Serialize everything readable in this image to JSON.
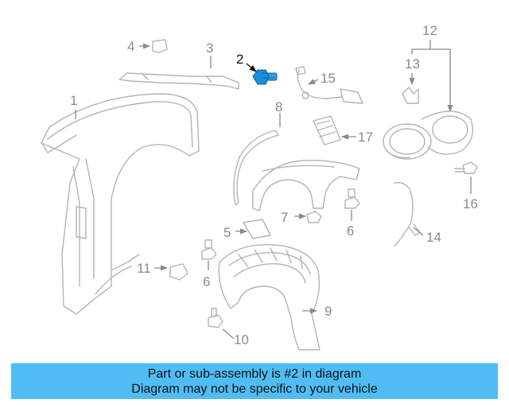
{
  "diagram": {
    "callouts": {
      "c1": "1",
      "c2": "2",
      "c3": "3",
      "c4": "4",
      "c5": "5",
      "c6a": "6",
      "c6b": "6",
      "c7": "7",
      "c8": "8",
      "c9": "9",
      "c10": "10",
      "c11": "11",
      "c12": "12",
      "c13": "13",
      "c14": "14",
      "c15": "15",
      "c16": "16",
      "c17": "17"
    },
    "highlight_color": "#1a8fd6"
  },
  "banner": {
    "line1": "Part or sub-assembly is #2 in diagram",
    "line2": "Diagram may not be specific to your vehicle",
    "background": "#4fbdf4"
  }
}
